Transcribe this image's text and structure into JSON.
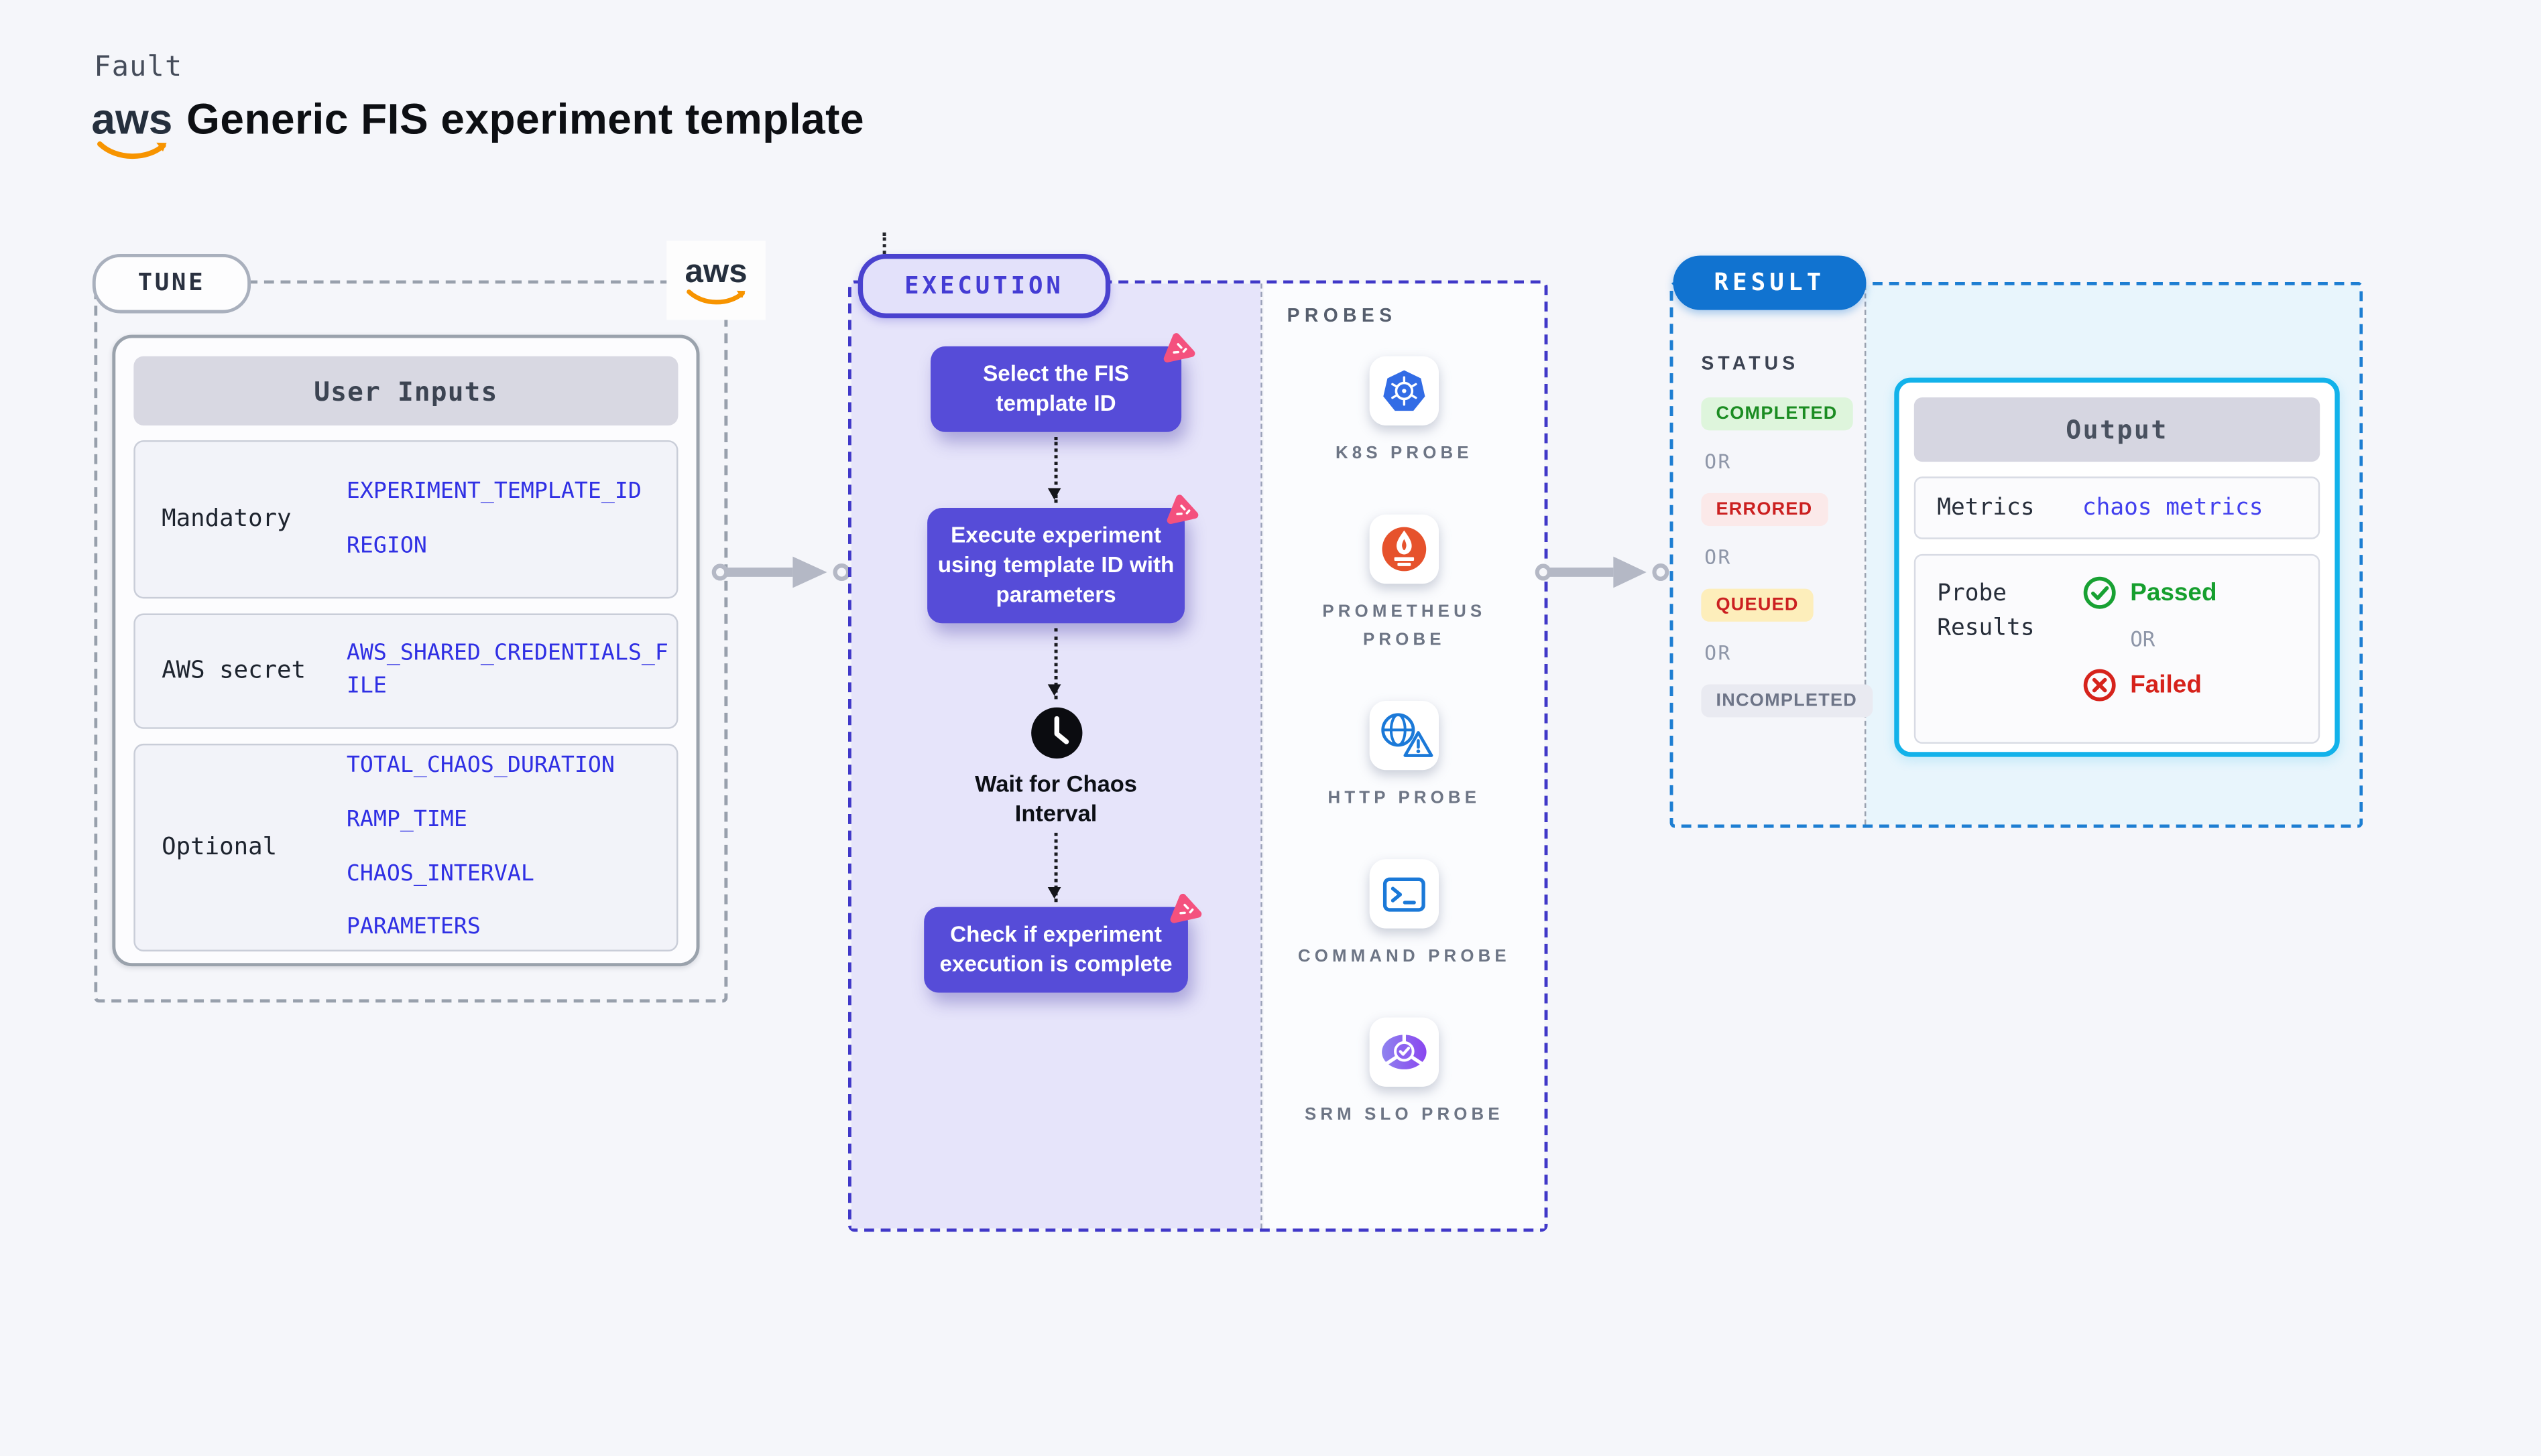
{
  "header": {
    "brand": "Fault",
    "title": "Generic FIS experiment template",
    "aws_text": "aws"
  },
  "tune": {
    "label": "TUNE",
    "table": {
      "header": "User Inputs",
      "rows": [
        {
          "label": "Mandatory",
          "values": [
            "EXPERIMENT_TEMPLATE_ID",
            "REGION"
          ]
        },
        {
          "label": "AWS secret",
          "values": [
            "AWS_SHARED_CREDENTIALS_FILE"
          ]
        },
        {
          "label": "Optional",
          "values": [
            "TOTAL_CHAOS_DURATION",
            "RAMP_TIME",
            "CHAOS_INTERVAL",
            "PARAMETERS"
          ]
        }
      ]
    }
  },
  "execution": {
    "label": "EXECUTION",
    "steps": [
      {
        "text": "Select the FIS template ID"
      },
      {
        "text": "Execute experiment using template ID with parameters"
      },
      {
        "text": "Check if experiment execution is complete"
      }
    ],
    "wait_label": "Wait for Chaos Interval",
    "probes": {
      "label": "PROBES",
      "items": [
        {
          "name": "K8S PROBE",
          "icon": "kubernetes-icon"
        },
        {
          "name": "PROMETHEUS PROBE",
          "icon": "prometheus-icon"
        },
        {
          "name": "HTTP PROBE",
          "icon": "http-globe-warning-icon"
        },
        {
          "name": "COMMAND PROBE",
          "icon": "terminal-icon"
        },
        {
          "name": "SRM SLO PROBE",
          "icon": "slo-donut-check-icon"
        }
      ]
    }
  },
  "result": {
    "label": "RESULT",
    "status": {
      "label": "STATUS",
      "or_label": "OR",
      "badges": [
        {
          "text": "COMPLETED",
          "bg": "#def5dc",
          "color": "#1b8c22"
        },
        {
          "text": "ERRORED",
          "bg": "#fbe9e9",
          "color": "#cb2020"
        },
        {
          "text": "QUEUED",
          "bg": "#fdeebb",
          "color": "#cb2020"
        },
        {
          "text": "INCOMPLETED",
          "bg": "#e9eaf1",
          "color": "#6d7487"
        }
      ]
    },
    "output": {
      "header": "Output",
      "metrics_label": "Metrics",
      "metrics_value": "chaos metrics",
      "probe_results_label": "Probe Results",
      "passed_label": "Passed",
      "or_label": "OR",
      "failed_label": "Failed"
    }
  },
  "colors": {
    "page_bg": "#f5f6fa",
    "accent_indigo": "#4a42cf",
    "step_purple": "#564cd8",
    "value_blue": "#2f2fe4",
    "aws_orange": "#f79400",
    "result_blue": "#1173d0",
    "output_border_cyan": "#12b2ea",
    "arrow_gray": "#b4b8c5",
    "chaos_pink": "#f4517e",
    "kubernetes_blue": "#326ce5",
    "prometheus_orange": "#e6522c",
    "http_blue": "#1b79d8",
    "srm_purple": "#8d63f0",
    "passed_green": "#169f2e",
    "failed_red": "#d6221b"
  }
}
